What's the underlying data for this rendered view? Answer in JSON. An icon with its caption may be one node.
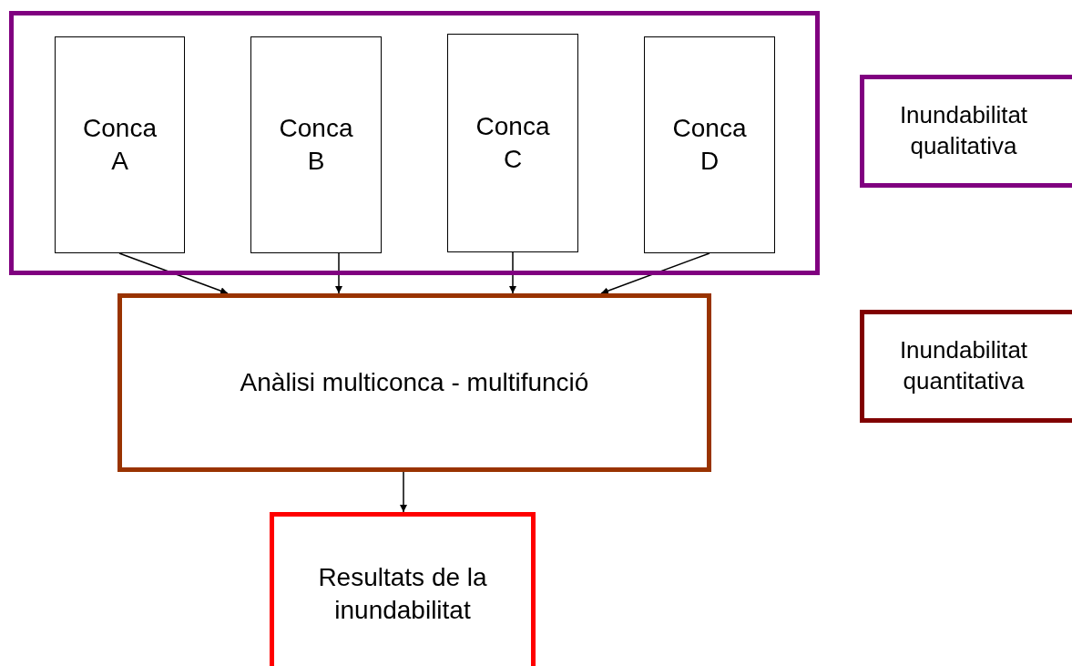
{
  "diagram": {
    "nodes": [
      {
        "text": [],
        "shape": "box"
      },
      {
        "text": [
          "Conca A"
        ],
        "in": 0
      },
      {
        "text": [
          "Conca B"
        ],
        "in": 0
      },
      {
        "text": [
          "Conca C"
        ],
        "in": 0
      },
      {
        "text": [
          "Conca D"
        ],
        "in": 0
      },
      {
        "text": [
          "Inundabilitat qualitativa"
        ]
      },
      {
        "text": [
          "Anàlisi multiconca - multifunció"
        ]
      },
      {
        "text": [
          "Inundabilitat quantitativa"
        ]
      },
      {
        "text": [
          "Resultats de la inundabilitat"
        ]
      }
    ],
    "edges": [
      {
        "from": 1,
        "to": 6,
        "arrow": "to"
      },
      {
        "from": 2,
        "to": 6,
        "arrow": "to"
      },
      {
        "from": 3,
        "to": 6,
        "arrow": "to"
      },
      {
        "from": 4,
        "to": 6,
        "arrow": "to"
      },
      {
        "from": 6,
        "to": 8,
        "arrow": "to"
      }
    ]
  }
}
